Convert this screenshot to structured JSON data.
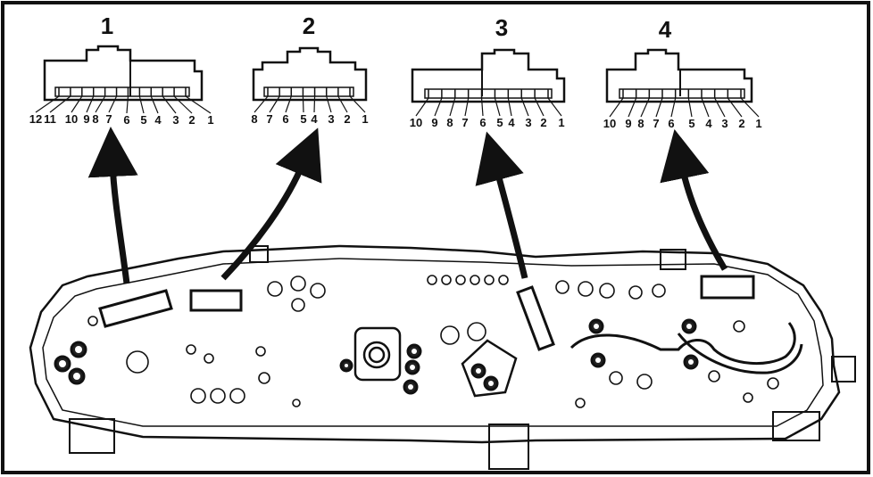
{
  "connectors": [
    {
      "id": "1",
      "pins": [
        "12",
        "11",
        "10",
        "9",
        "8",
        "7",
        "6",
        "5",
        "4",
        "3",
        "2",
        "1"
      ]
    },
    {
      "id": "2",
      "pins": [
        "8",
        "7",
        "6",
        "5",
        "4",
        "3",
        "2",
        "1"
      ]
    },
    {
      "id": "3",
      "pins": [
        "10",
        "9",
        "8",
        "7",
        "6",
        "5",
        "4",
        "3",
        "2",
        "1"
      ]
    },
    {
      "id": "4",
      "pins": [
        "10",
        "9",
        "8",
        "7",
        "6",
        "5",
        "4",
        "3",
        "2",
        "1"
      ]
    }
  ],
  "colors": {
    "ink": "#111111",
    "background": "#ffffff"
  }
}
